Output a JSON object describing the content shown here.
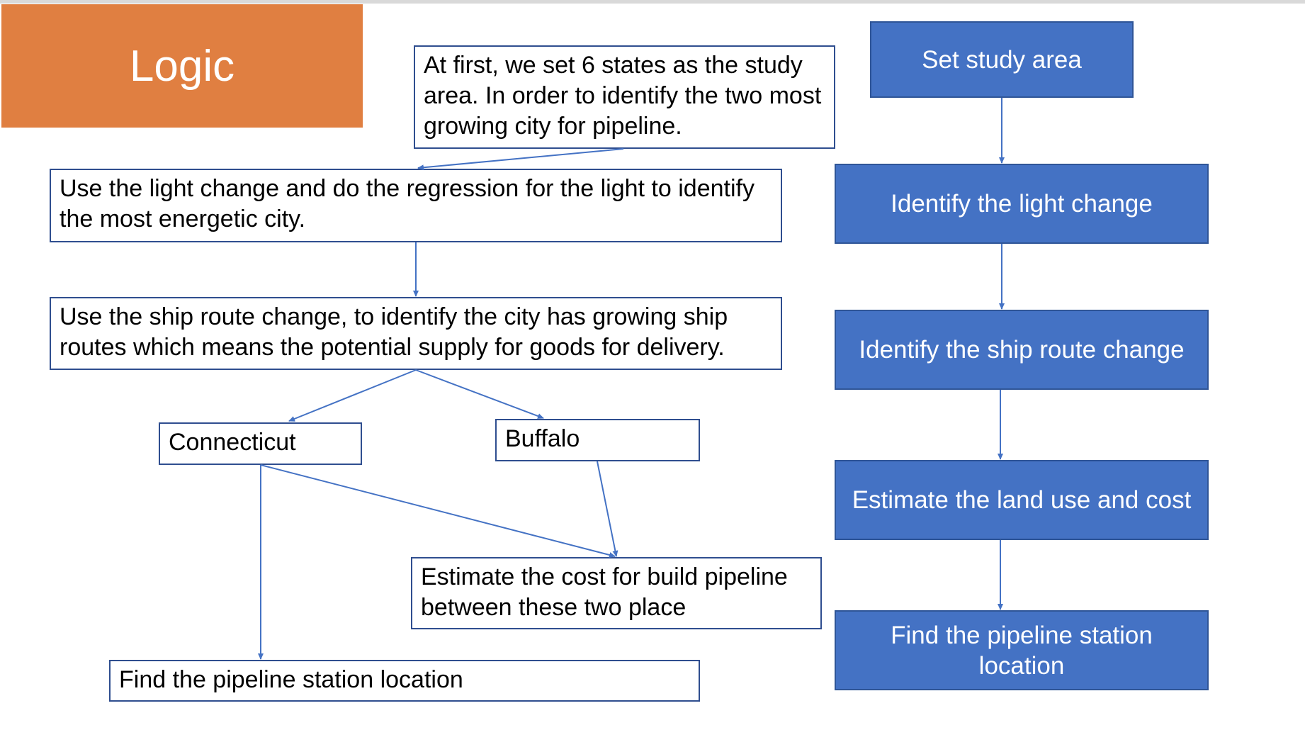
{
  "title": "Logic",
  "left_flow": {
    "intro": "At first, we set 6 states as the study area. In order to identify the two most growing city for pipeline.",
    "light": "Use the light change and do the regression for the light to identify the most energetic city.",
    "ship": "Use the ship route change, to identify the city has growing ship routes which means the potential supply for goods for delivery.",
    "city_a": "Connecticut",
    "city_b": "Buffalo",
    "cost": "Estimate the cost for build pipeline between these two place",
    "station": "Find the pipeline station location"
  },
  "right_flow": [
    "Set study area",
    "Identify the light change",
    "Identify the ship route change",
    "Estimate the land use and cost",
    "Find the pipeline station location"
  ],
  "colors": {
    "title_bg": "#e07f41",
    "step_bg": "#4472c4",
    "connector": "#4472c4",
    "box_border": "#2f4e8f"
  }
}
